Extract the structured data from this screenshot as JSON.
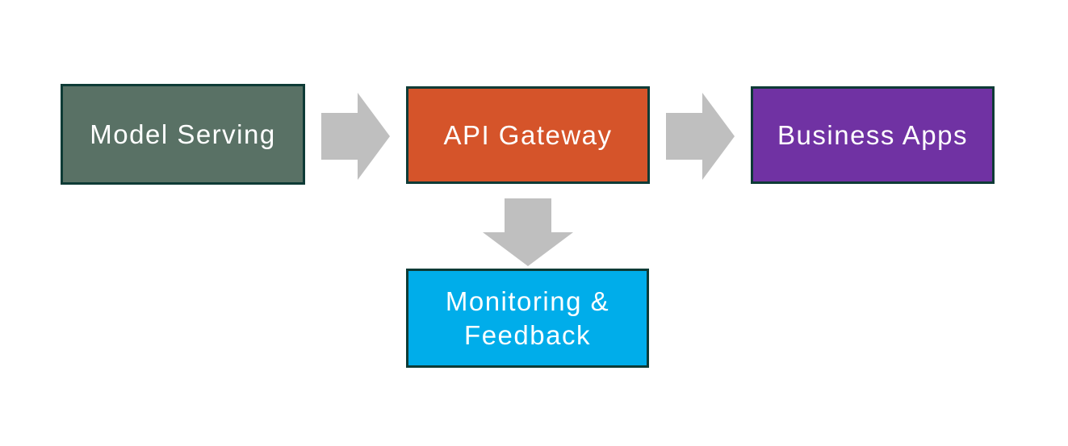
{
  "diagram": {
    "background": "#ffffff",
    "border_color": "#0e3b36",
    "arrow_color": "#bfbfbf",
    "text_color": "#ffffff",
    "nodes": [
      {
        "id": "model-serving",
        "label": "Model Serving",
        "fill": "#597165"
      },
      {
        "id": "api-gateway",
        "label": "API Gateway",
        "fill": "#d5542a"
      },
      {
        "id": "business-apps",
        "label": "Business Apps",
        "fill": "#7032a3"
      },
      {
        "id": "monitoring-feedback",
        "label": "Monitoring & Feedback",
        "fill": "#00adea"
      }
    ],
    "edges": [
      {
        "from": "model-serving",
        "to": "api-gateway",
        "direction": "right"
      },
      {
        "from": "api-gateway",
        "to": "business-apps",
        "direction": "right"
      },
      {
        "from": "api-gateway",
        "to": "monitoring-feedback",
        "direction": "down"
      }
    ]
  }
}
